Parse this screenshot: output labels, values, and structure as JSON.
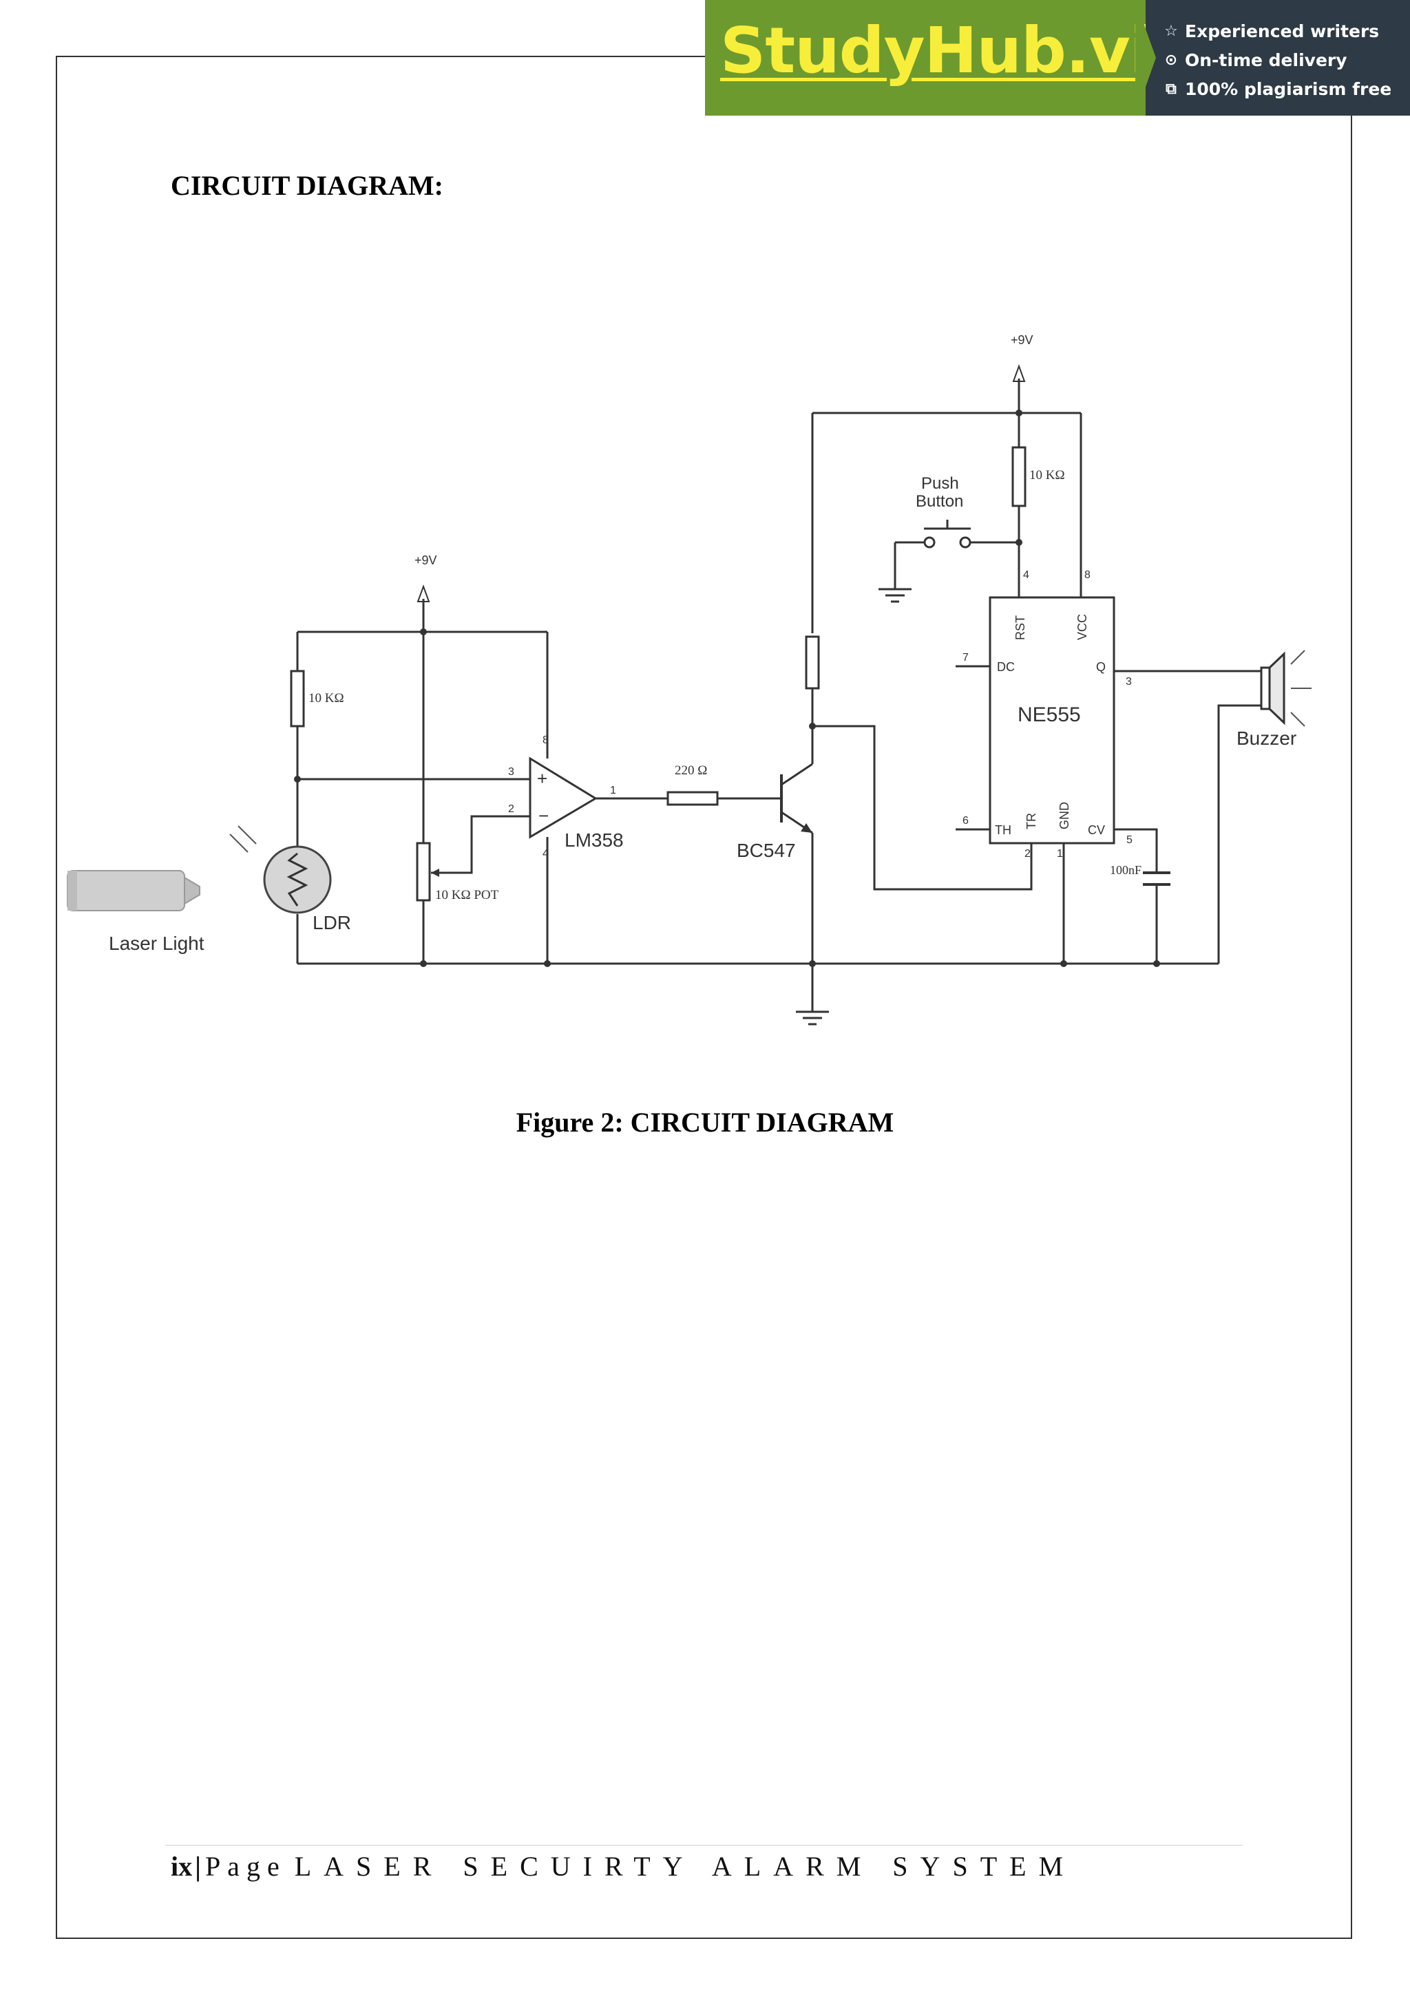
{
  "banner": {
    "brand": "StudyHub.vip",
    "features": [
      {
        "icon": "star-icon",
        "glyph": "☆",
        "label": "Experienced writers"
      },
      {
        "icon": "clock-icon",
        "glyph": "⊙",
        "label": "On-time delivery"
      },
      {
        "icon": "copy-icon",
        "glyph": "⧉",
        "label": "100% plagiarism free"
      }
    ],
    "colors": {
      "green": "#6d9a2e",
      "dark": "#2e3a45",
      "brand_text": "#f7ee3b"
    }
  },
  "heading": "CIRCUIT DIAGRAM:",
  "diagram": {
    "supply_left": "+9V",
    "supply_right": "+9V",
    "r1": "10 KΩ",
    "r2": "10 KΩ",
    "pot": "10 KΩ POT",
    "r3": "220 Ω",
    "cap": "100nF",
    "opamp": "LM358",
    "transistor": "BC547",
    "ic": "NE555",
    "ldr": "LDR",
    "laser": "Laser Light",
    "buzzer": "Buzzer",
    "push_button_line1": "Push",
    "push_button_line2": "Button",
    "ic_pins": {
      "rst": "RST",
      "vcc": "VCC",
      "dc": "DC",
      "q": "Q",
      "th": "TH",
      "tr": "TR",
      "gnd": "GND",
      "cv": "CV"
    },
    "pin_numbers": {
      "p8_ic": "8",
      "p4_ic": "4",
      "p7": "7",
      "p3_ic": "3",
      "p6": "6",
      "p2_ic": "2",
      "p1_ic": "1",
      "p5": "5",
      "op3": "3",
      "op2": "2",
      "op1": "1",
      "op8": "8",
      "op4": "4"
    }
  },
  "caption": "Figure 2: CIRCUIT DIAGRAM",
  "footer": {
    "page_num": "ix",
    "separator": "|",
    "page_word": "Page",
    "title": "LASER SECUIRTY ALARM SYSTEM"
  }
}
